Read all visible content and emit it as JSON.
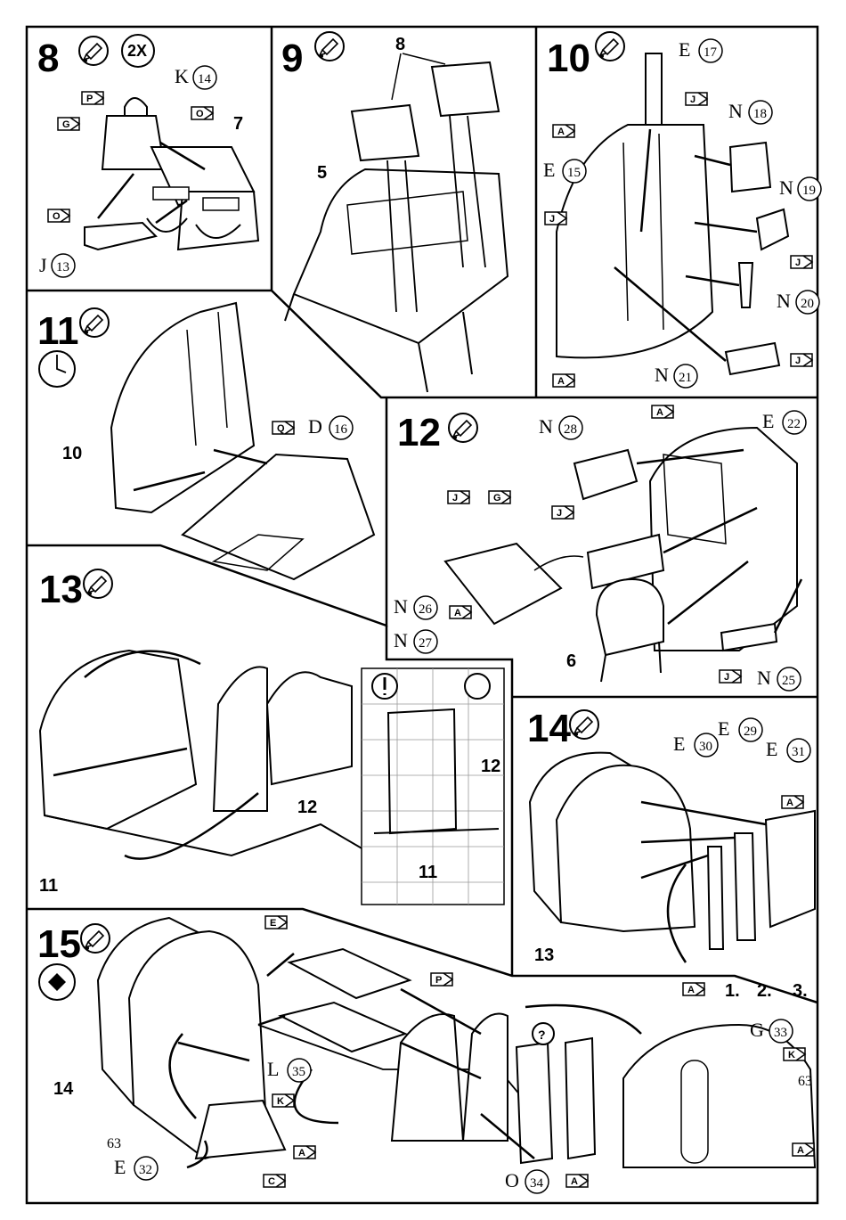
{
  "steps": [
    {
      "num": "8",
      "note": "2X"
    },
    {
      "num": "9"
    },
    {
      "num": "10"
    },
    {
      "num": "11"
    },
    {
      "num": "12"
    },
    {
      "num": "13"
    },
    {
      "num": "14"
    },
    {
      "num": "15"
    }
  ],
  "step8": {
    "ref_sub": "7",
    "part_k": {
      "sprue": "K",
      "num": "14"
    },
    "part_j": {
      "sprue": "J",
      "num": "13"
    },
    "tags": [
      "P",
      "G",
      "O",
      "O"
    ]
  },
  "step9": {
    "ref_seat": "8",
    "ref_panel": "5"
  },
  "step10": {
    "parts": [
      {
        "sprue": "E",
        "num": "17"
      },
      {
        "sprue": "N",
        "num": "18"
      },
      {
        "sprue": "E",
        "num": "15"
      },
      {
        "sprue": "N",
        "num": "19"
      },
      {
        "sprue": "N",
        "num": "20"
      },
      {
        "sprue": "N",
        "num": "21"
      }
    ],
    "tags": [
      "J",
      "A",
      "J",
      "J",
      "J",
      "A"
    ]
  },
  "step11": {
    "ref": "10",
    "part": {
      "sprue": "D",
      "num": "16"
    },
    "tag": "Q"
  },
  "step12": {
    "parts": [
      {
        "sprue": "N",
        "num": "28"
      },
      {
        "sprue": "E",
        "num": "22"
      },
      {
        "sprue": "N",
        "num": "26"
      },
      {
        "sprue": "N",
        "num": "27"
      },
      {
        "sprue": "N",
        "num": "25"
      }
    ],
    "ref": "6",
    "tags": [
      "A",
      "J",
      "G",
      "J",
      "A",
      "J"
    ]
  },
  "step13": {
    "ref_a": "12",
    "ref_b": "11",
    "inset_ref_a": "12",
    "inset_ref_b": "11"
  },
  "step14": {
    "parts": [
      {
        "sprue": "E",
        "num": "30"
      },
      {
        "sprue": "E",
        "num": "29"
      },
      {
        "sprue": "E",
        "num": "31"
      }
    ],
    "ref": "13",
    "order": [
      "1.",
      "2.",
      "3."
    ],
    "tags": [
      "A",
      "A"
    ]
  },
  "step15": {
    "parts": [
      {
        "sprue": "L",
        "num": "35"
      },
      {
        "sprue": "E",
        "num": "32"
      },
      {
        "sprue": "O",
        "num": "34"
      },
      {
        "sprue": "G",
        "num": "33"
      }
    ],
    "ref": "14",
    "num_63a": "63",
    "num_63b": "63",
    "tags": [
      "E",
      "P",
      "K",
      "A",
      "C",
      "A",
      "K",
      "A"
    ]
  }
}
